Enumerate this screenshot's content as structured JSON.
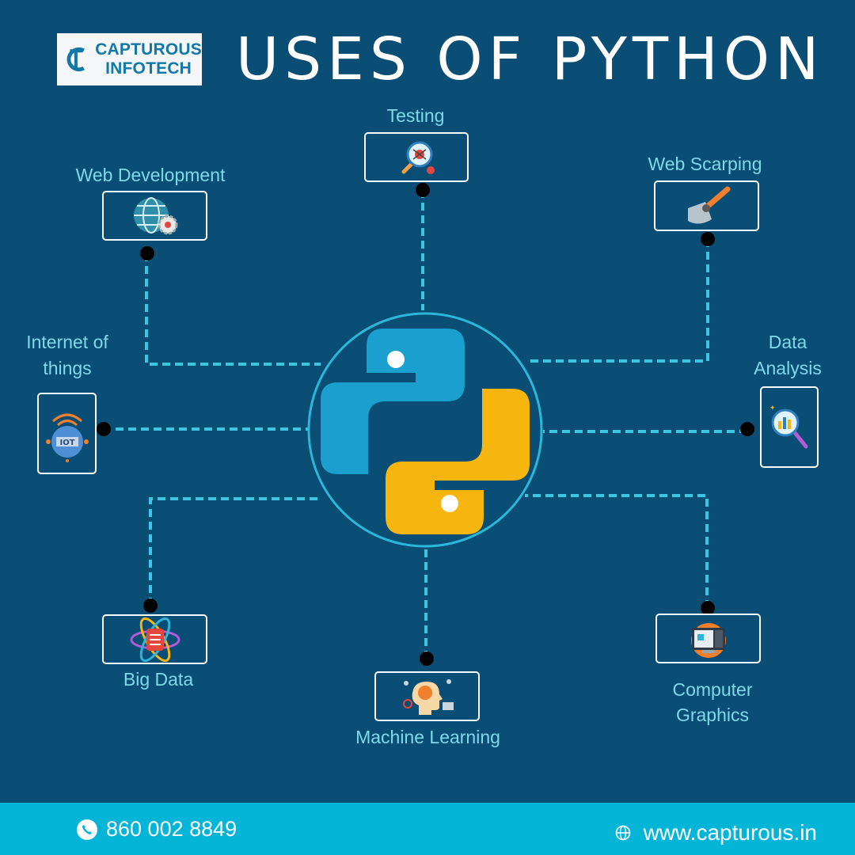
{
  "brand": {
    "name_line1": "CAPTUROUS",
    "name_line2": "INFOTECH"
  },
  "title": "USES OF PYTHON",
  "uses": {
    "testing": "Testing",
    "web_development": "Web Development",
    "web_scraping": "Web Scarping",
    "iot_line1": "Internet of",
    "iot_line2": "things",
    "data_analysis_line1": "Data",
    "data_analysis_line2": "Analysis",
    "big_data": "Big Data",
    "machine_learning": "Machine Learning",
    "graphics_line1": "Computer",
    "graphics_line2": "Graphics"
  },
  "icons": {
    "testing": "bug-magnifier-icon",
    "web_development": "globe-gear-icon",
    "web_scraping": "scraper-icon",
    "iot": "iot-globe-icon",
    "data_analysis": "chart-magnifier-icon",
    "big_data": "database-atom-icon",
    "machine_learning": "brain-head-icon",
    "graphics": "monitor-icon",
    "center": "python-logo-icon",
    "phone": "phone-icon",
    "web": "globe-icon"
  },
  "footer": {
    "phone": "860 002 8849",
    "website": "www.capturous.in"
  },
  "colors": {
    "background": "#0a4d75",
    "footer": "#04b5d8",
    "label": "#7fd9e8",
    "connector": "#3cc6e0",
    "python_blue": "#1a9fcf",
    "python_yellow": "#f7b60f"
  }
}
